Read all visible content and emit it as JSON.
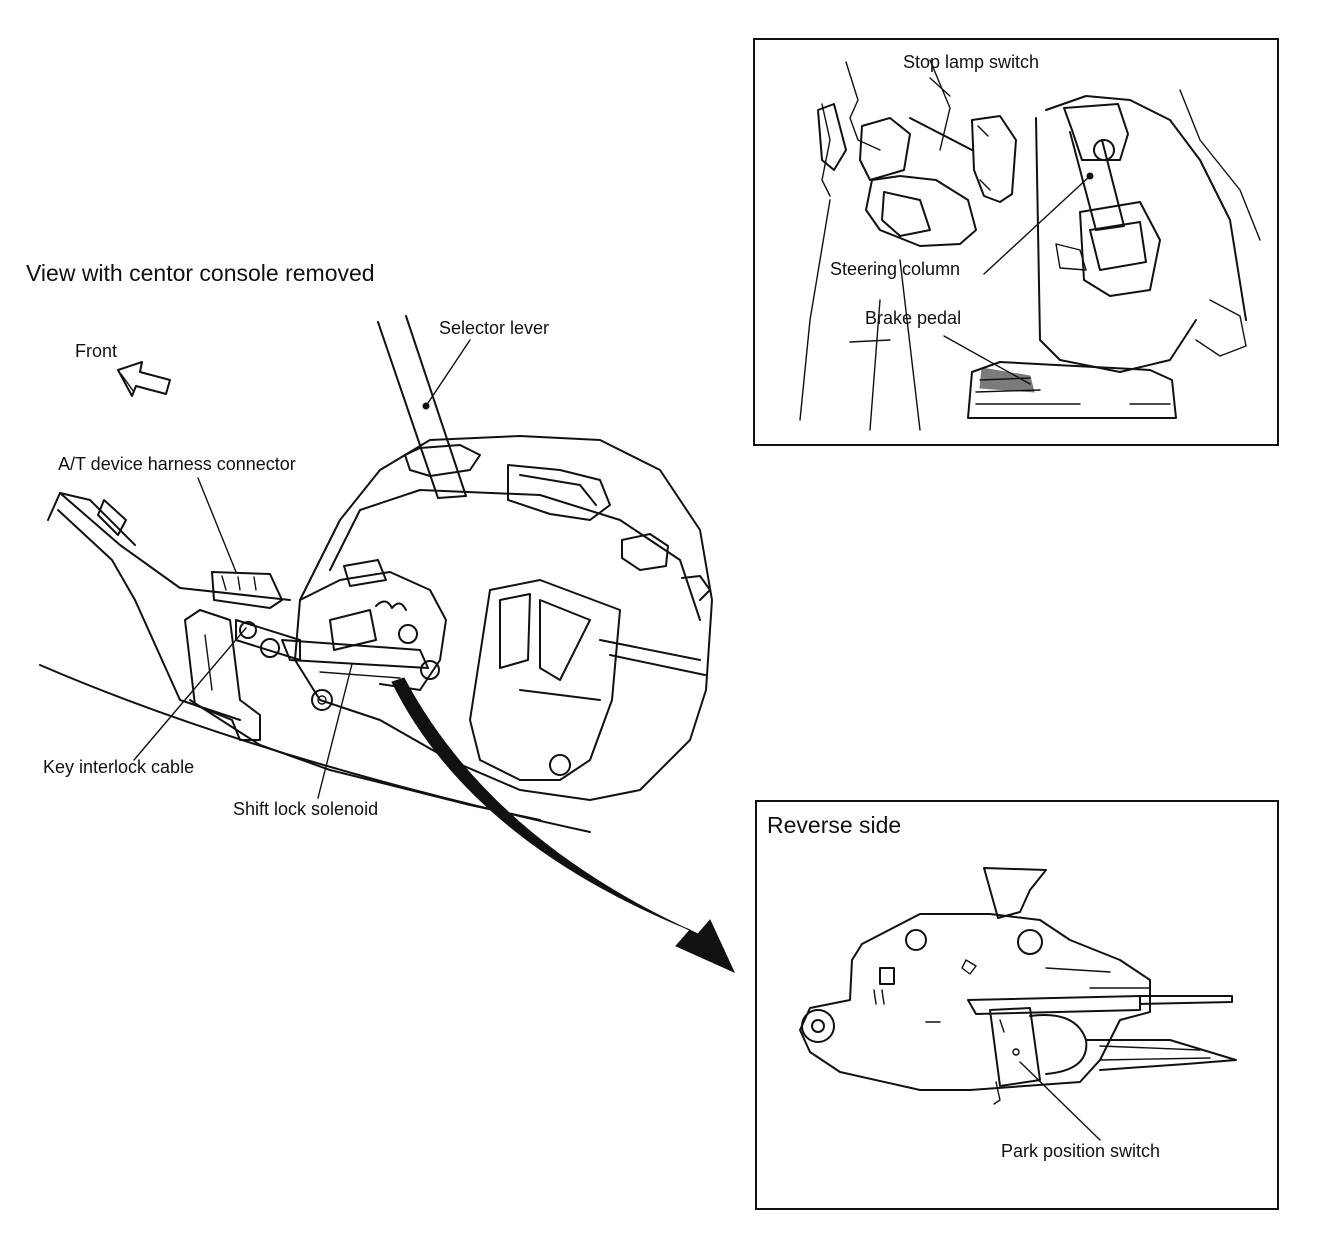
{
  "main_view": {
    "title": "View with centor console removed",
    "front_label": "Front",
    "labels": {
      "selector_lever": "Selector lever",
      "at_harness": "A/T device harness connector",
      "key_interlock": "Key interlock cable",
      "shift_lock": "Shift lock solenoid"
    }
  },
  "top_inset": {
    "labels": {
      "stop_lamp": "Stop lamp switch",
      "steering_column": "Steering column",
      "brake_pedal": "Brake pedal"
    }
  },
  "bottom_inset": {
    "title": "Reverse side",
    "labels": {
      "park_switch": "Park position switch"
    }
  },
  "icons": [
    "front-arrow-icon",
    "curved-callout-arrow-icon"
  ]
}
